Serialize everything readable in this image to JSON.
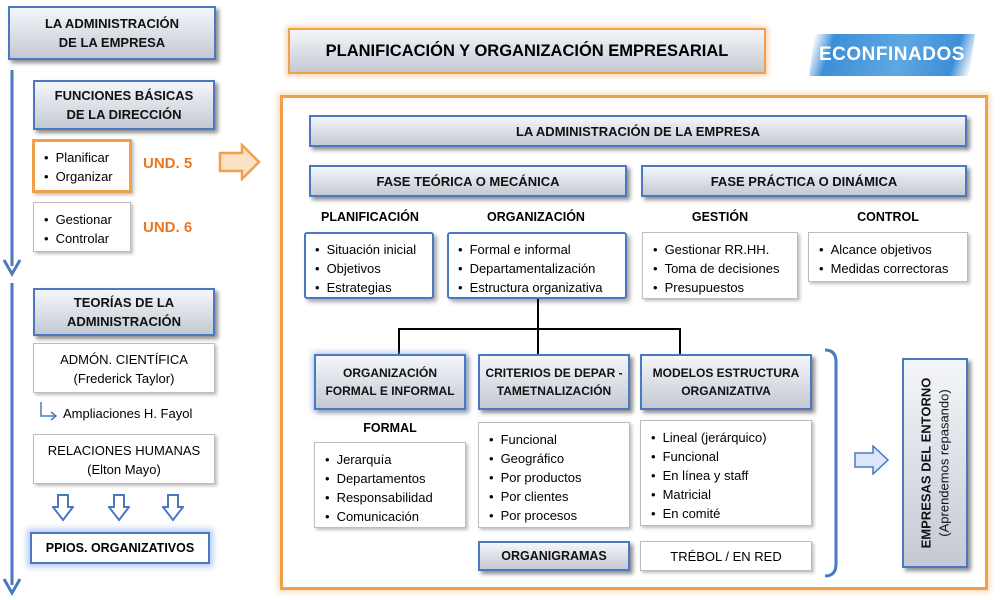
{
  "left": {
    "admin_title": [
      "LA ADMINISTRACIÓN",
      "DE LA EMPRESA"
    ],
    "funciones_title": [
      "FUNCIONES BÁSICAS",
      "DE LA DIRECCIÓN"
    ],
    "und5_items": [
      "Planificar",
      "Organizar"
    ],
    "und5_label": "UND. 5",
    "und6_items": [
      "Gestionar",
      "Controlar"
    ],
    "und6_label": "UND. 6",
    "teorias_title": [
      "TEORÍAS DE LA",
      "ADMINISTRACIÓN"
    ],
    "cientifica": [
      "ADMÓN.  CIENTÍFICA",
      "(Frederick Taylor)"
    ],
    "ampliaciones": "Ampliaciones H. Fayol",
    "relaciones": [
      "RELACIONES HUMANAS",
      "(Elton Mayo)"
    ],
    "ppios": "PPIOS. ORGANIZATIVOS"
  },
  "header": {
    "title": "PLANIFICACIÓN Y ORGANIZACIÓN  EMPRESARIAL",
    "logo": "ECONFINADOS"
  },
  "main": {
    "admin_bar": "LA ADMINISTRACIÓN DE LA EMPRESA",
    "fase_teorica": "FASE TEÓRICA O MECÁNICA",
    "fase_practica": "FASE PRÁCTICA O DINÁMICA",
    "planificacion": {
      "label": "PLANIFICACIÓN",
      "items": [
        "Situación inicial",
        "Objetivos",
        "Estrategias"
      ]
    },
    "organizacion": {
      "label": "ORGANIZACIÓN",
      "items": [
        "Formal e informal",
        "Departamentalización",
        "Estructura organizativa"
      ]
    },
    "gestion": {
      "label": "GESTIÓN",
      "items": [
        "Gestionar RR.HH.",
        "Toma de decisiones",
        "Presupuestos"
      ]
    },
    "control": {
      "label": "CONTROL",
      "items": [
        "Alcance objetivos",
        "Medidas correctoras"
      ]
    },
    "org_formal": {
      "title": [
        "ORGANIZACIÓN",
        "FORMAL E INFORMAL"
      ],
      "sub": "FORMAL",
      "items": [
        "Jerarquía",
        "Departamentos",
        "Responsabilidad",
        "Comunicación"
      ]
    },
    "criterios": {
      "title": [
        "CRITERIOS DE DEPAR -",
        "TAMETNALIZACIÓN"
      ],
      "items": [
        "Funcional",
        "Geográfico",
        "Por productos",
        "Por clientes",
        "Por procesos"
      ]
    },
    "modelos": {
      "title": [
        "MODELOS ESTRUCTURA",
        "ORGANIZATIVA"
      ],
      "items": [
        "Lineal (jerárquico)",
        "Funcional",
        "En línea y staff",
        "Matricial",
        "En comité"
      ]
    },
    "organigramas": "ORGANIGRAMAS",
    "trebol": "TRÉBOL / EN RED",
    "empresas": [
      "EMPRESAS DEL ENTORNO",
      "(Aprendemos repasando)"
    ]
  },
  "colors": {
    "accent_orange": "#f0a04b",
    "und_orange": "#e87722",
    "border_blue": "#4a78c2",
    "logo_blue": "#3d8fd6"
  }
}
